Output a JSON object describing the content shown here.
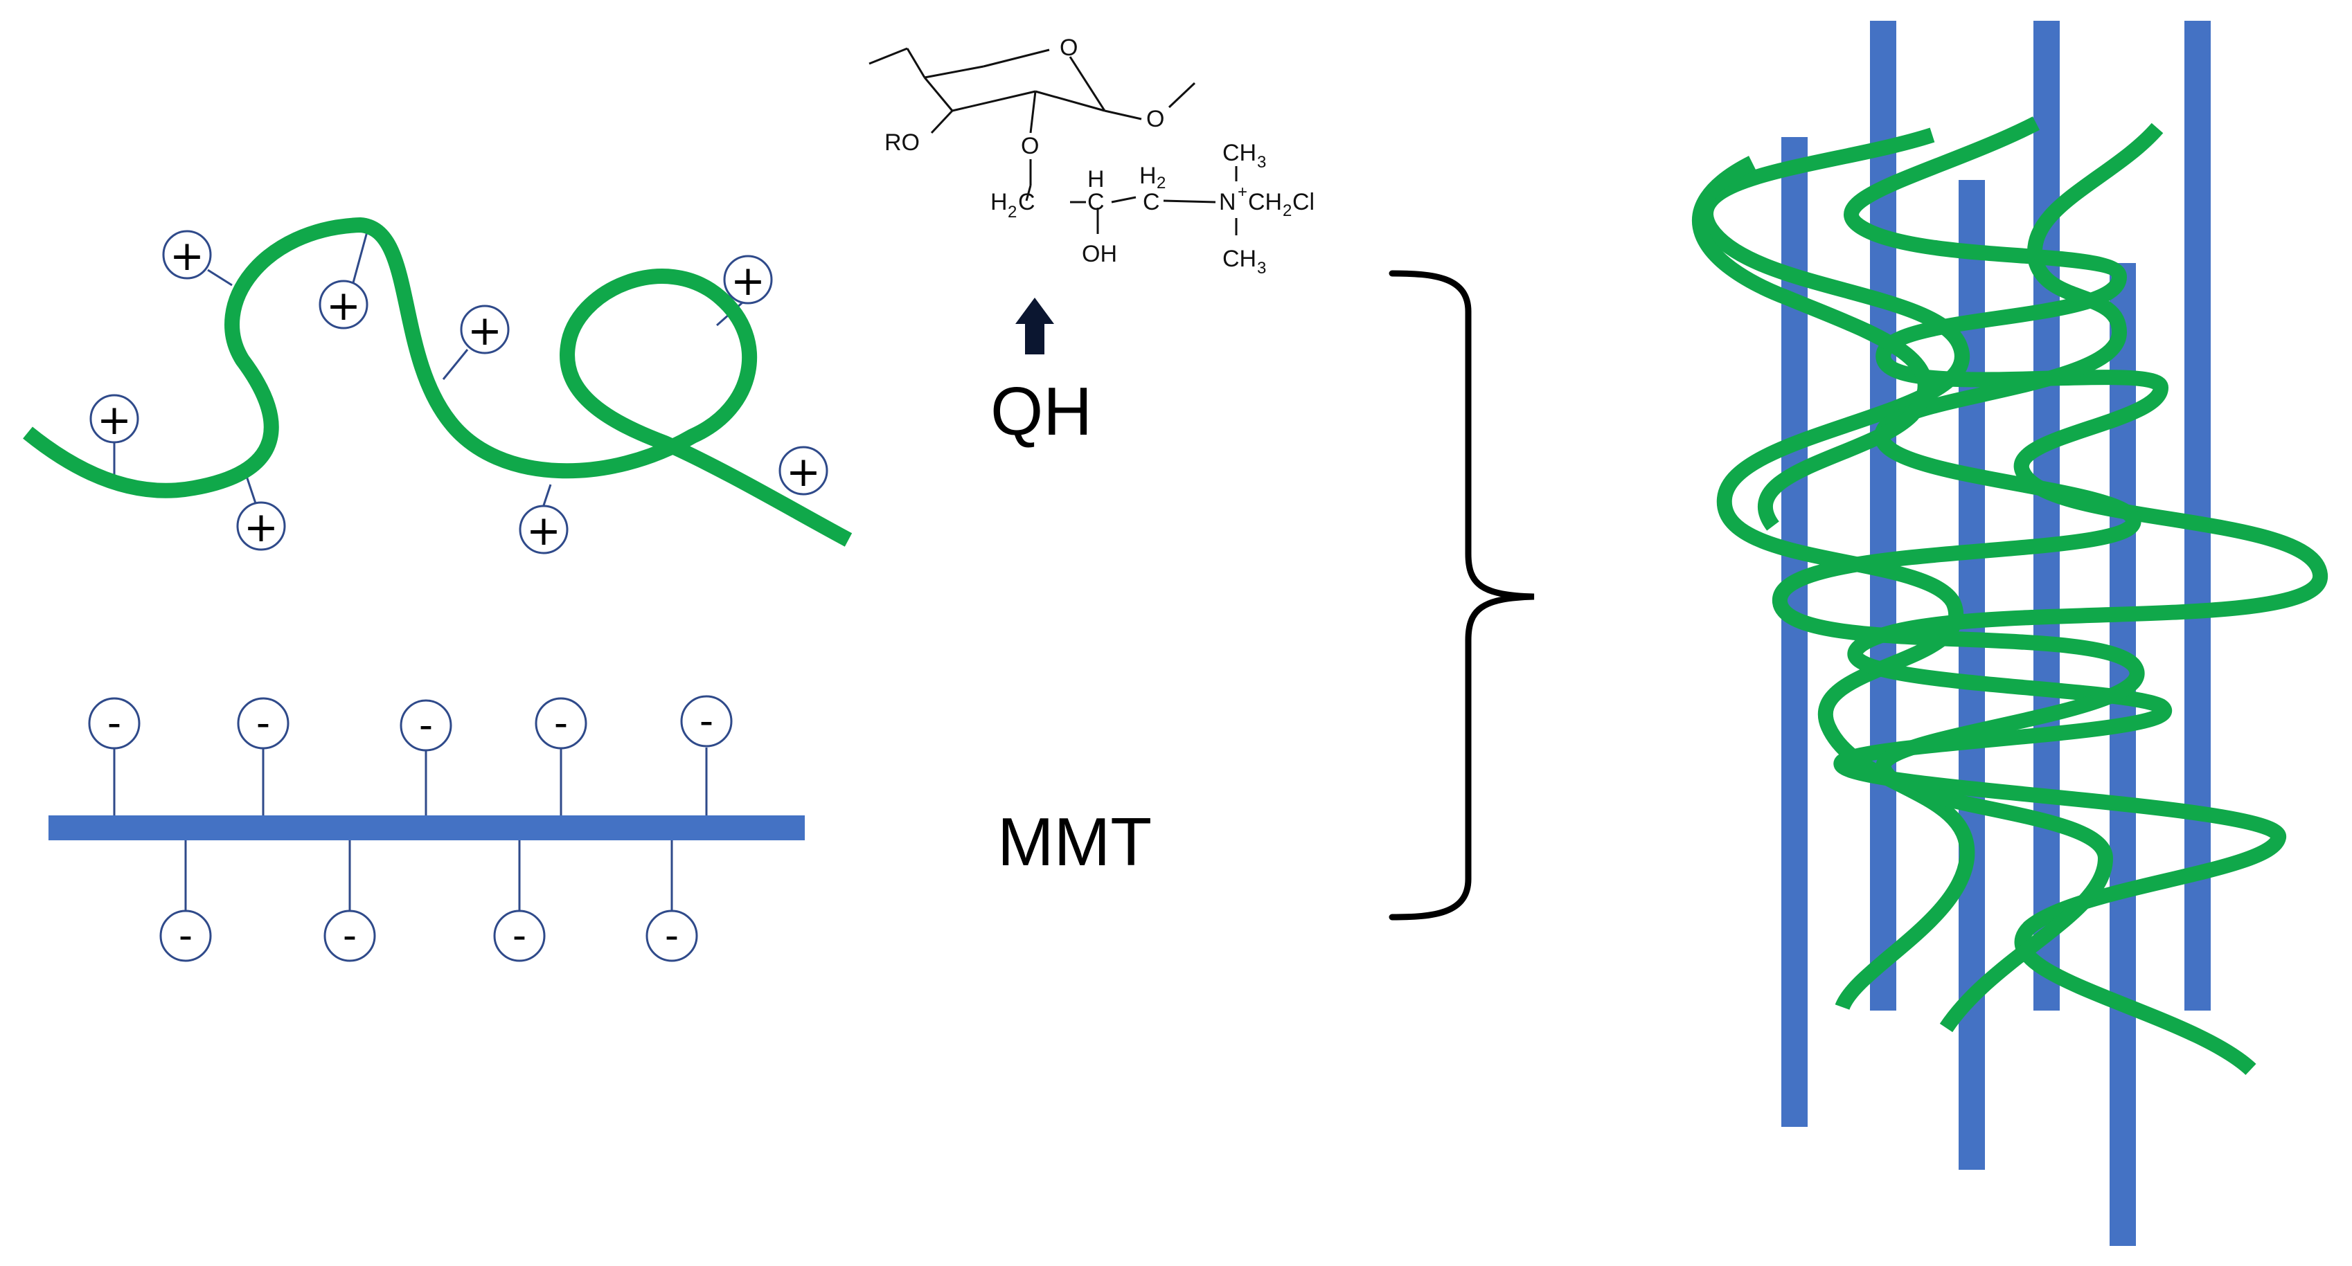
{
  "colors": {
    "polymer_green": "#10a84a",
    "clay_blue": "#4472c4",
    "charge_outline": "#2f4a8a",
    "bracket": "#000000"
  },
  "labels": {
    "qh": "QH",
    "mmt": "MMT"
  },
  "structure": {
    "ro": "RO",
    "o_ring": "O",
    "o_link": "O",
    "o_side": "O",
    "h2c_left": "H",
    "h2c_left_sub": "2",
    "h2c_left_c": "C",
    "ch_h": "H",
    "ch_c": "C",
    "oh": "OH",
    "h2_right": "H",
    "h2_right_sub": "2",
    "c_right": "C",
    "ch3_top": "CH",
    "ch3_top_sub": "3",
    "n_plus": "N",
    "plus_sup": "+",
    "ch2cl": "CH",
    "ch2cl_sub": "2",
    "ch2cl_cl": "Cl",
    "ch3_bottom": "CH",
    "ch3_bottom_sub": "3"
  },
  "charges": {
    "positive": "+",
    "negative": "-"
  },
  "icons": {
    "arrow": "up-arrow-icon",
    "bracket": "right-brace-icon"
  }
}
